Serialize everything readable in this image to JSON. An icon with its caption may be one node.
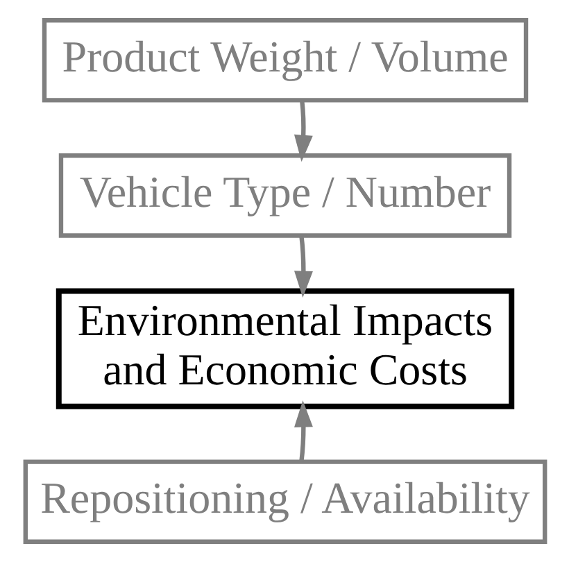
{
  "diagram": {
    "nodes": [
      {
        "text": [
          "Product Weight / Volume"
        ]
      },
      {
        "text": [
          "Vehicle Type / Number"
        ]
      },
      {
        "text": [
          "Environmental Impacts and Economic Costs"
        ]
      },
      {
        "text": [
          "Repositioning / Availability"
        ]
      }
    ],
    "edges": [
      {
        "from": 0,
        "to": 1,
        "arrow": "to"
      },
      {
        "from": 1,
        "to": 2,
        "arrow": "to"
      },
      {
        "from": 3,
        "to": 2,
        "arrow": "to"
      }
    ]
  }
}
